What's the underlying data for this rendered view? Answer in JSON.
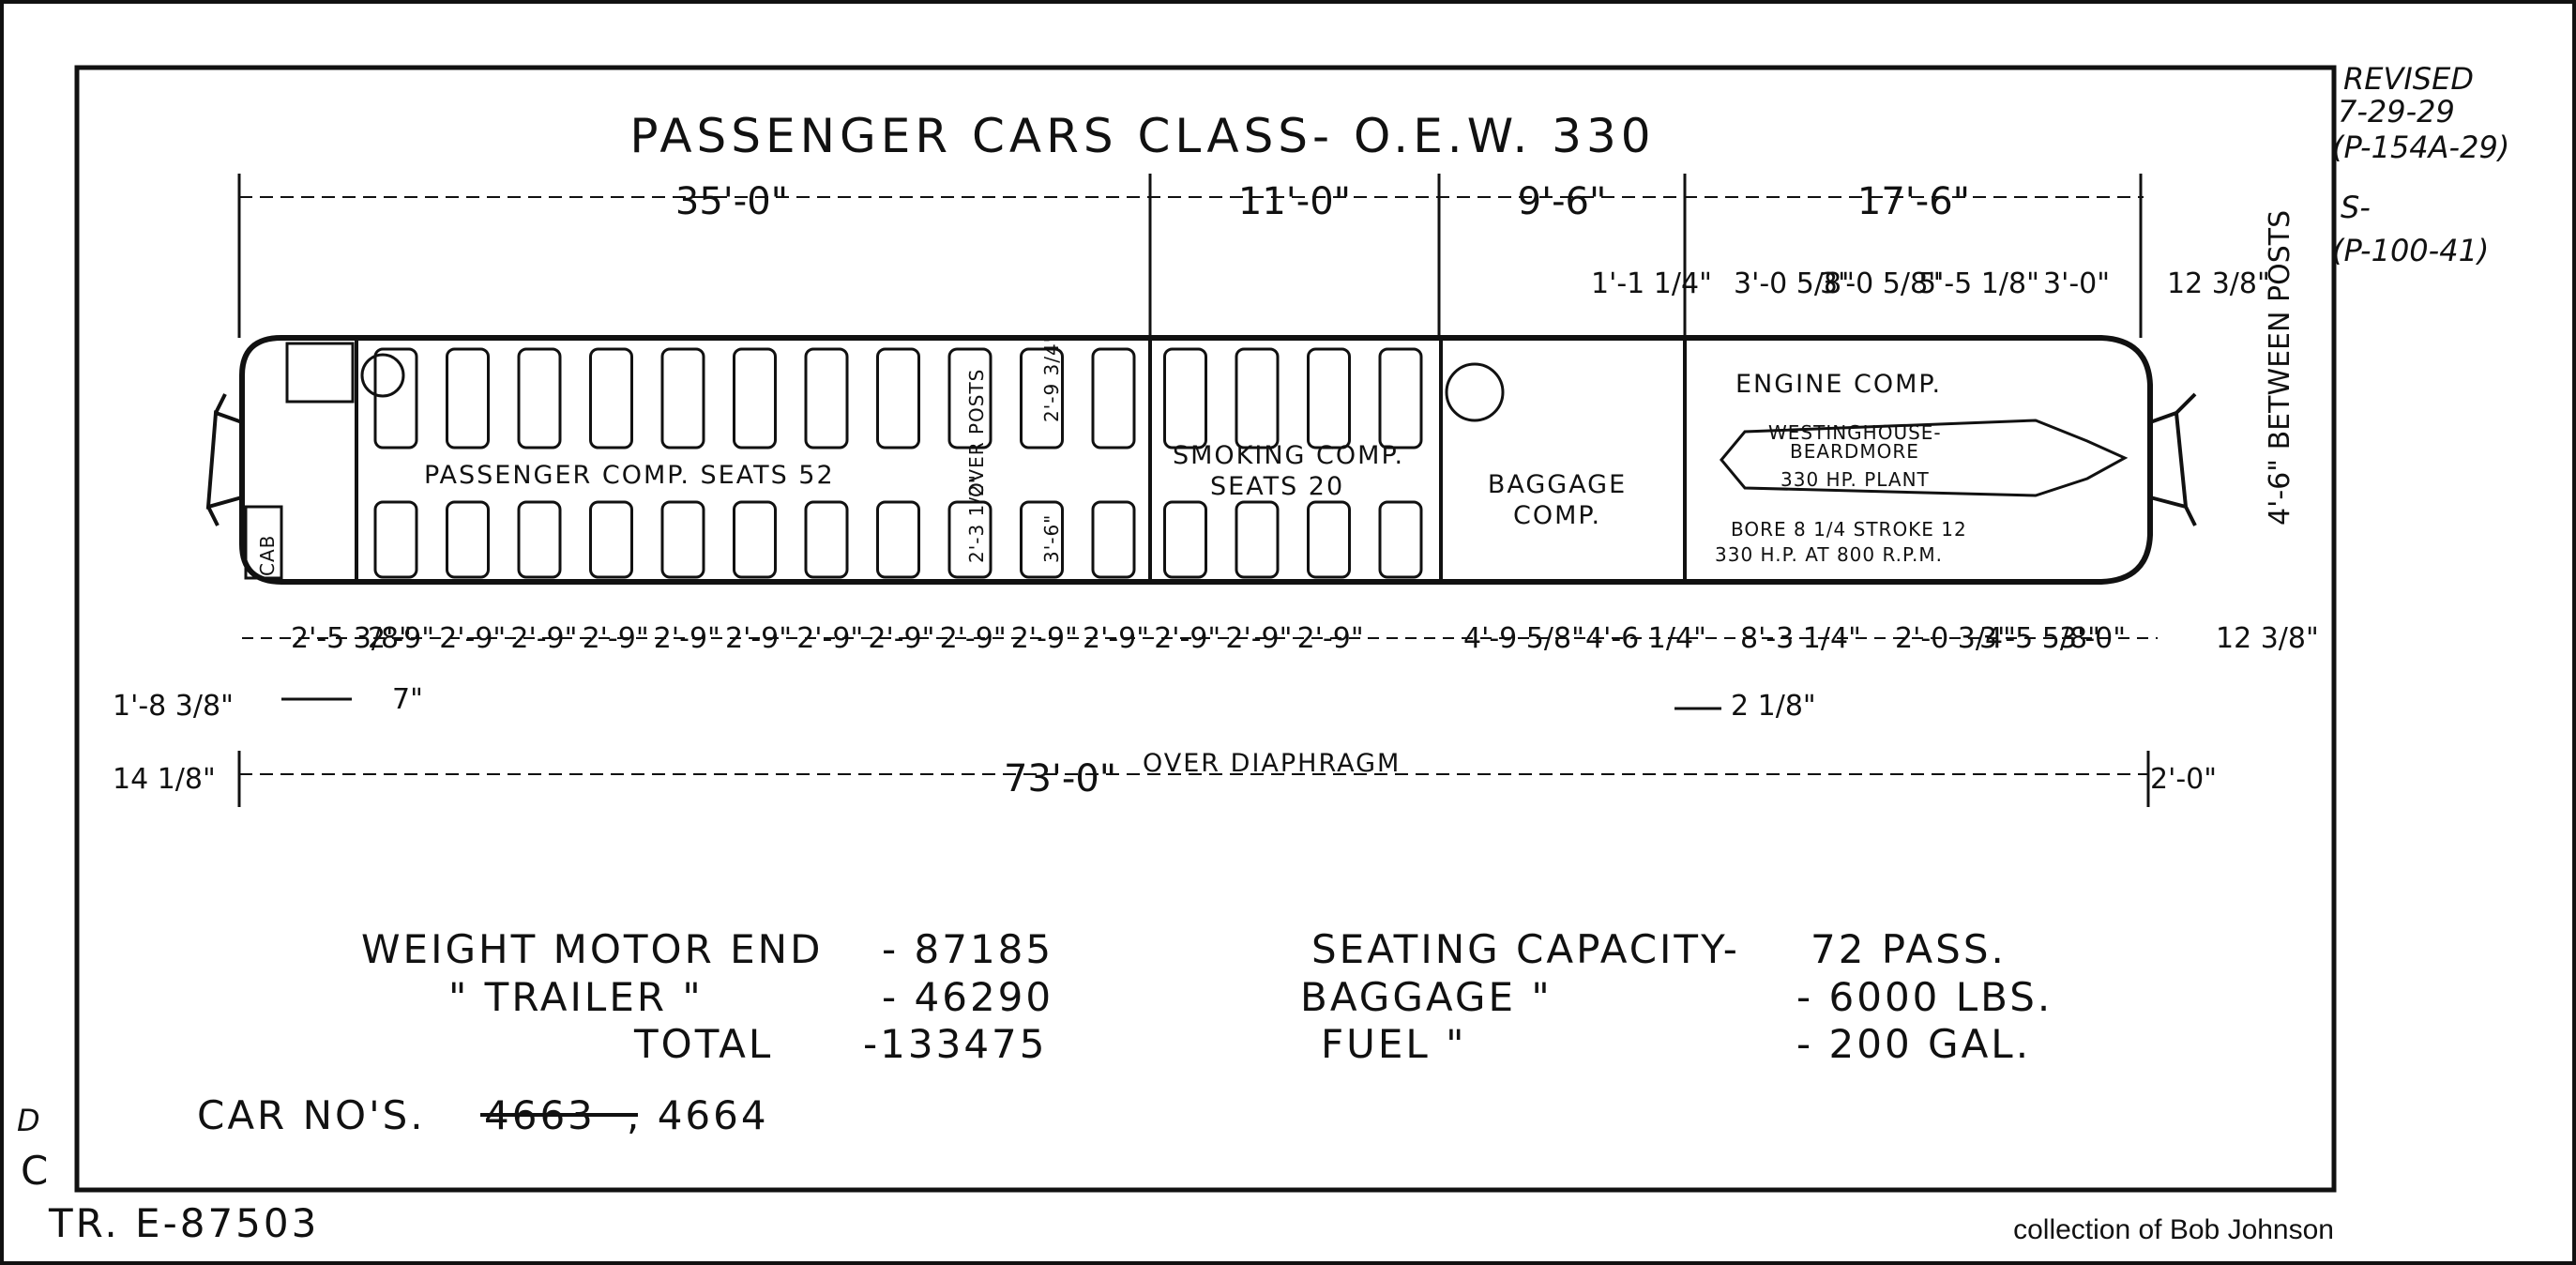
{
  "title": "PASSENGER CARS CLASS- O.E.W. 330",
  "revision": {
    "label": "REVISED",
    "date": "7-29-29",
    "ref1": "(P-154A-29)",
    "mark": "S-",
    "ref2": "(P-100-41)"
  },
  "top_dimensions": [
    "35'-0\"",
    "11'-0\"",
    "9'-6\"",
    "17'-6\""
  ],
  "sub_dimensions": {
    "baggage_offset": "1'-1 1/4\"",
    "engine_spacings": [
      "3'-0 5/8\"",
      "3'-0 5/8\"",
      "5'-5 1/8\"",
      "3'-0\""
    ],
    "end_overhang": "12 3/8\""
  },
  "side_label": "4'-6\" BETWEEN POSTS",
  "compartments": {
    "passenger": "PASSENGER COMP. SEATS 52",
    "smoking_line1": "SMOKING COMP.",
    "smoking_line2": "SEATS 20",
    "baggage_line1": "BAGGAGE",
    "baggage_line2": "COMP.",
    "engine": "ENGINE COMP.",
    "plant_line1": "WESTINGHOUSE-",
    "plant_line2": "BEARDMORE",
    "plant_line3": "330 HP. PLANT",
    "bore_stroke": "BORE 8 1/4 STROKE 12",
    "rpm": "330 H.P. AT 800 R.P.M.",
    "cab": "CAB",
    "over_posts": "OVER POSTS",
    "seat_width": "2'-3 1/2\"",
    "seat_pitch_1": "2'-9 3/4\"",
    "seat_pitch_2": "3'-6\""
  },
  "bottom_dimensions": {
    "first": "2'-5 3/8\"",
    "seat_spacing": "2'-9\"",
    "seat_count": 15,
    "after_smoking": "4'-9 5/8\"",
    "baggage_door": "4'-6 1/4\"",
    "engine_1": "8'-3 1/4\"",
    "engine_2": "2'-0 3/4\"",
    "engine_3": "3'-5 5/8\"",
    "engine_4": "3'-0\"",
    "end": "12 3/8\"",
    "left_offset": "1'-8 3/8\"",
    "left_seven": "7\"",
    "gap": "2 1/8\"",
    "left_diaphragm": "14 1/8\"",
    "overall": "73'-0\"",
    "overall_label": "OVER DIAPHRAGM",
    "right_diaphragm": "2'-0\""
  },
  "specs_left": [
    {
      "label": "WEIGHT MOTOR END",
      "value": "- 87185"
    },
    {
      "label": "\"     TRAILER \"",
      "value": "- 46290"
    },
    {
      "label": "TOTAL",
      "value": "-133475"
    }
  ],
  "specs_right": [
    {
      "label": "SEATING CAPACITY-",
      "value": "72  PASS."
    },
    {
      "label": "BAGGAGE     \"",
      "value": "- 6000 LBS."
    },
    {
      "label": "FUEL      \"",
      "value": "- 200 GAL."
    }
  ],
  "car_nos": {
    "label": "CAR NO'S.",
    "struck": "4663",
    "current": ", 4664"
  },
  "margin_letters": [
    "D",
    "C"
  ],
  "drawing_number": "TR. E-87503",
  "credit": "collection of Bob Johnson"
}
